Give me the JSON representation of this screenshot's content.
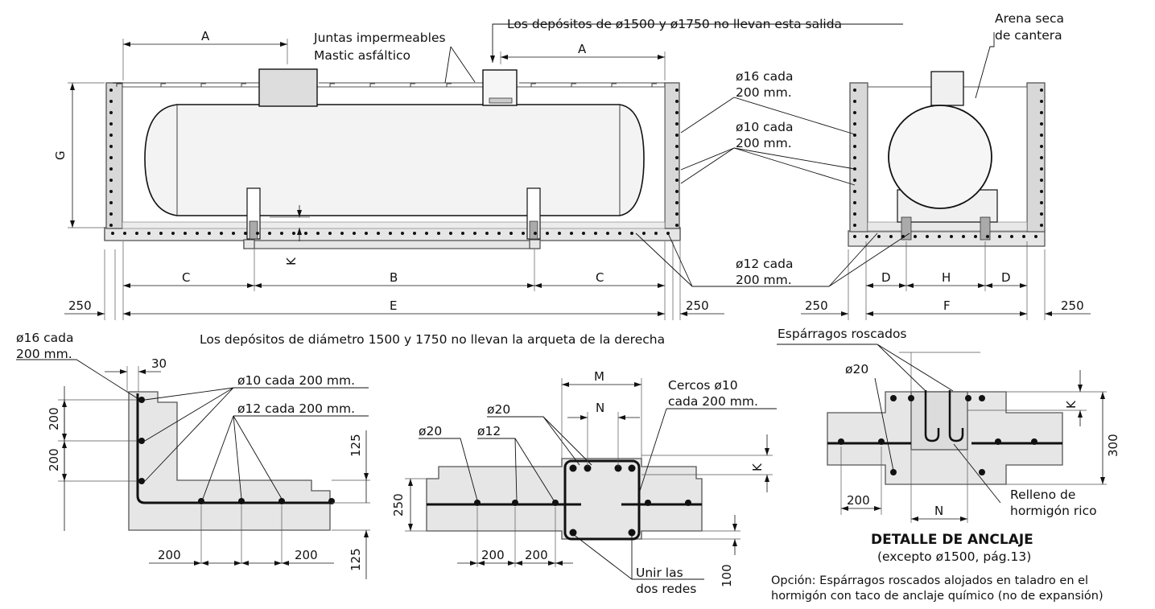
{
  "top_notes": {
    "outlet_note": "Los depósitos de ø1500 y ø1750 no llevan esta salida",
    "joints_1": "Juntas impermeables",
    "joints_2": "Mastic asfáltico",
    "sand_1": "Arena seca",
    "sand_2": "de cantera",
    "arqueta_note": "Los depósitos de diámetro 1500 y 1750 no llevan la arqueta de la derecha"
  },
  "rebar_labels": {
    "r16_1": "ø16 cada",
    "r16_2": "200 mm.",
    "r10_1": "ø10 cada",
    "r10_2": "200 mm.",
    "r12_1": "ø12 cada",
    "r12_2": "200 mm.",
    "wall_r16_1": "ø16 cada",
    "wall_r16_2": "200 mm.",
    "wall_r10": "ø10 cada 200 mm.",
    "wall_r12": "ø12 cada 200 mm.",
    "sec_r20a": "ø20",
    "sec_r20b": "ø20",
    "sec_r12": "ø12",
    "stirrups_1": "Cercos ø10",
    "stirrups_2": "cada 200 mm.",
    "join_1": "Unir las",
    "join_2": "dos redes",
    "anchor_r20": "ø20",
    "studs": "Espárragos roscados",
    "fill_1": "Relleno de",
    "fill_2": "hormigón rico"
  },
  "dimensions": {
    "A": "A",
    "B": "B",
    "C": "C",
    "D": "D",
    "E": "E",
    "F": "F",
    "G": "G",
    "H": "H",
    "K": "K",
    "M": "M",
    "N": "N",
    "d250": "250",
    "d30": "30",
    "d200": "200",
    "d125": "125",
    "d100": "100",
    "d300": "300"
  },
  "anchor_detail": {
    "title": "DETALLE DE ANCLAJE",
    "subtitle": "(excepto ø1500,  pág.13)",
    "option_1": "Opción: Espárragos roscados alojados en taladro en el",
    "option_2": "hormigón con taco de anclaje químico (no de expansión)"
  }
}
